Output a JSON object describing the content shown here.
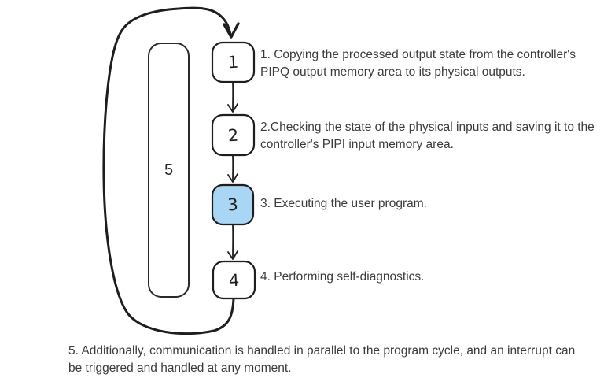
{
  "diagram": {
    "type": "flow-cycle",
    "colors": {
      "stroke": "#1e1e1e",
      "text": "#3c3c3c",
      "highlight_fill": "#a9d6f4",
      "box_fill": "#ffffff"
    },
    "steps": [
      {
        "num": "1",
        "description": "1.  Copying the processed output state from the controller's\nPIPQ output memory area to its physical outputs.",
        "highlighted": false
      },
      {
        "num": "2",
        "description": "2.Checking the state of the physical inputs and saving it to the\ncontroller's PIPI input memory area.",
        "highlighted": false
      },
      {
        "num": "3",
        "description": "3. Executing the user program.",
        "highlighted": true
      },
      {
        "num": "4",
        "description": "4. Performing self-diagnostics.",
        "highlighted": false
      }
    ],
    "parallel_box": {
      "num": "5"
    },
    "note": "5. Additionally, communication is handled in parallel to the program cycle, and an interrupt can\nbe triggered and handled at any moment."
  }
}
